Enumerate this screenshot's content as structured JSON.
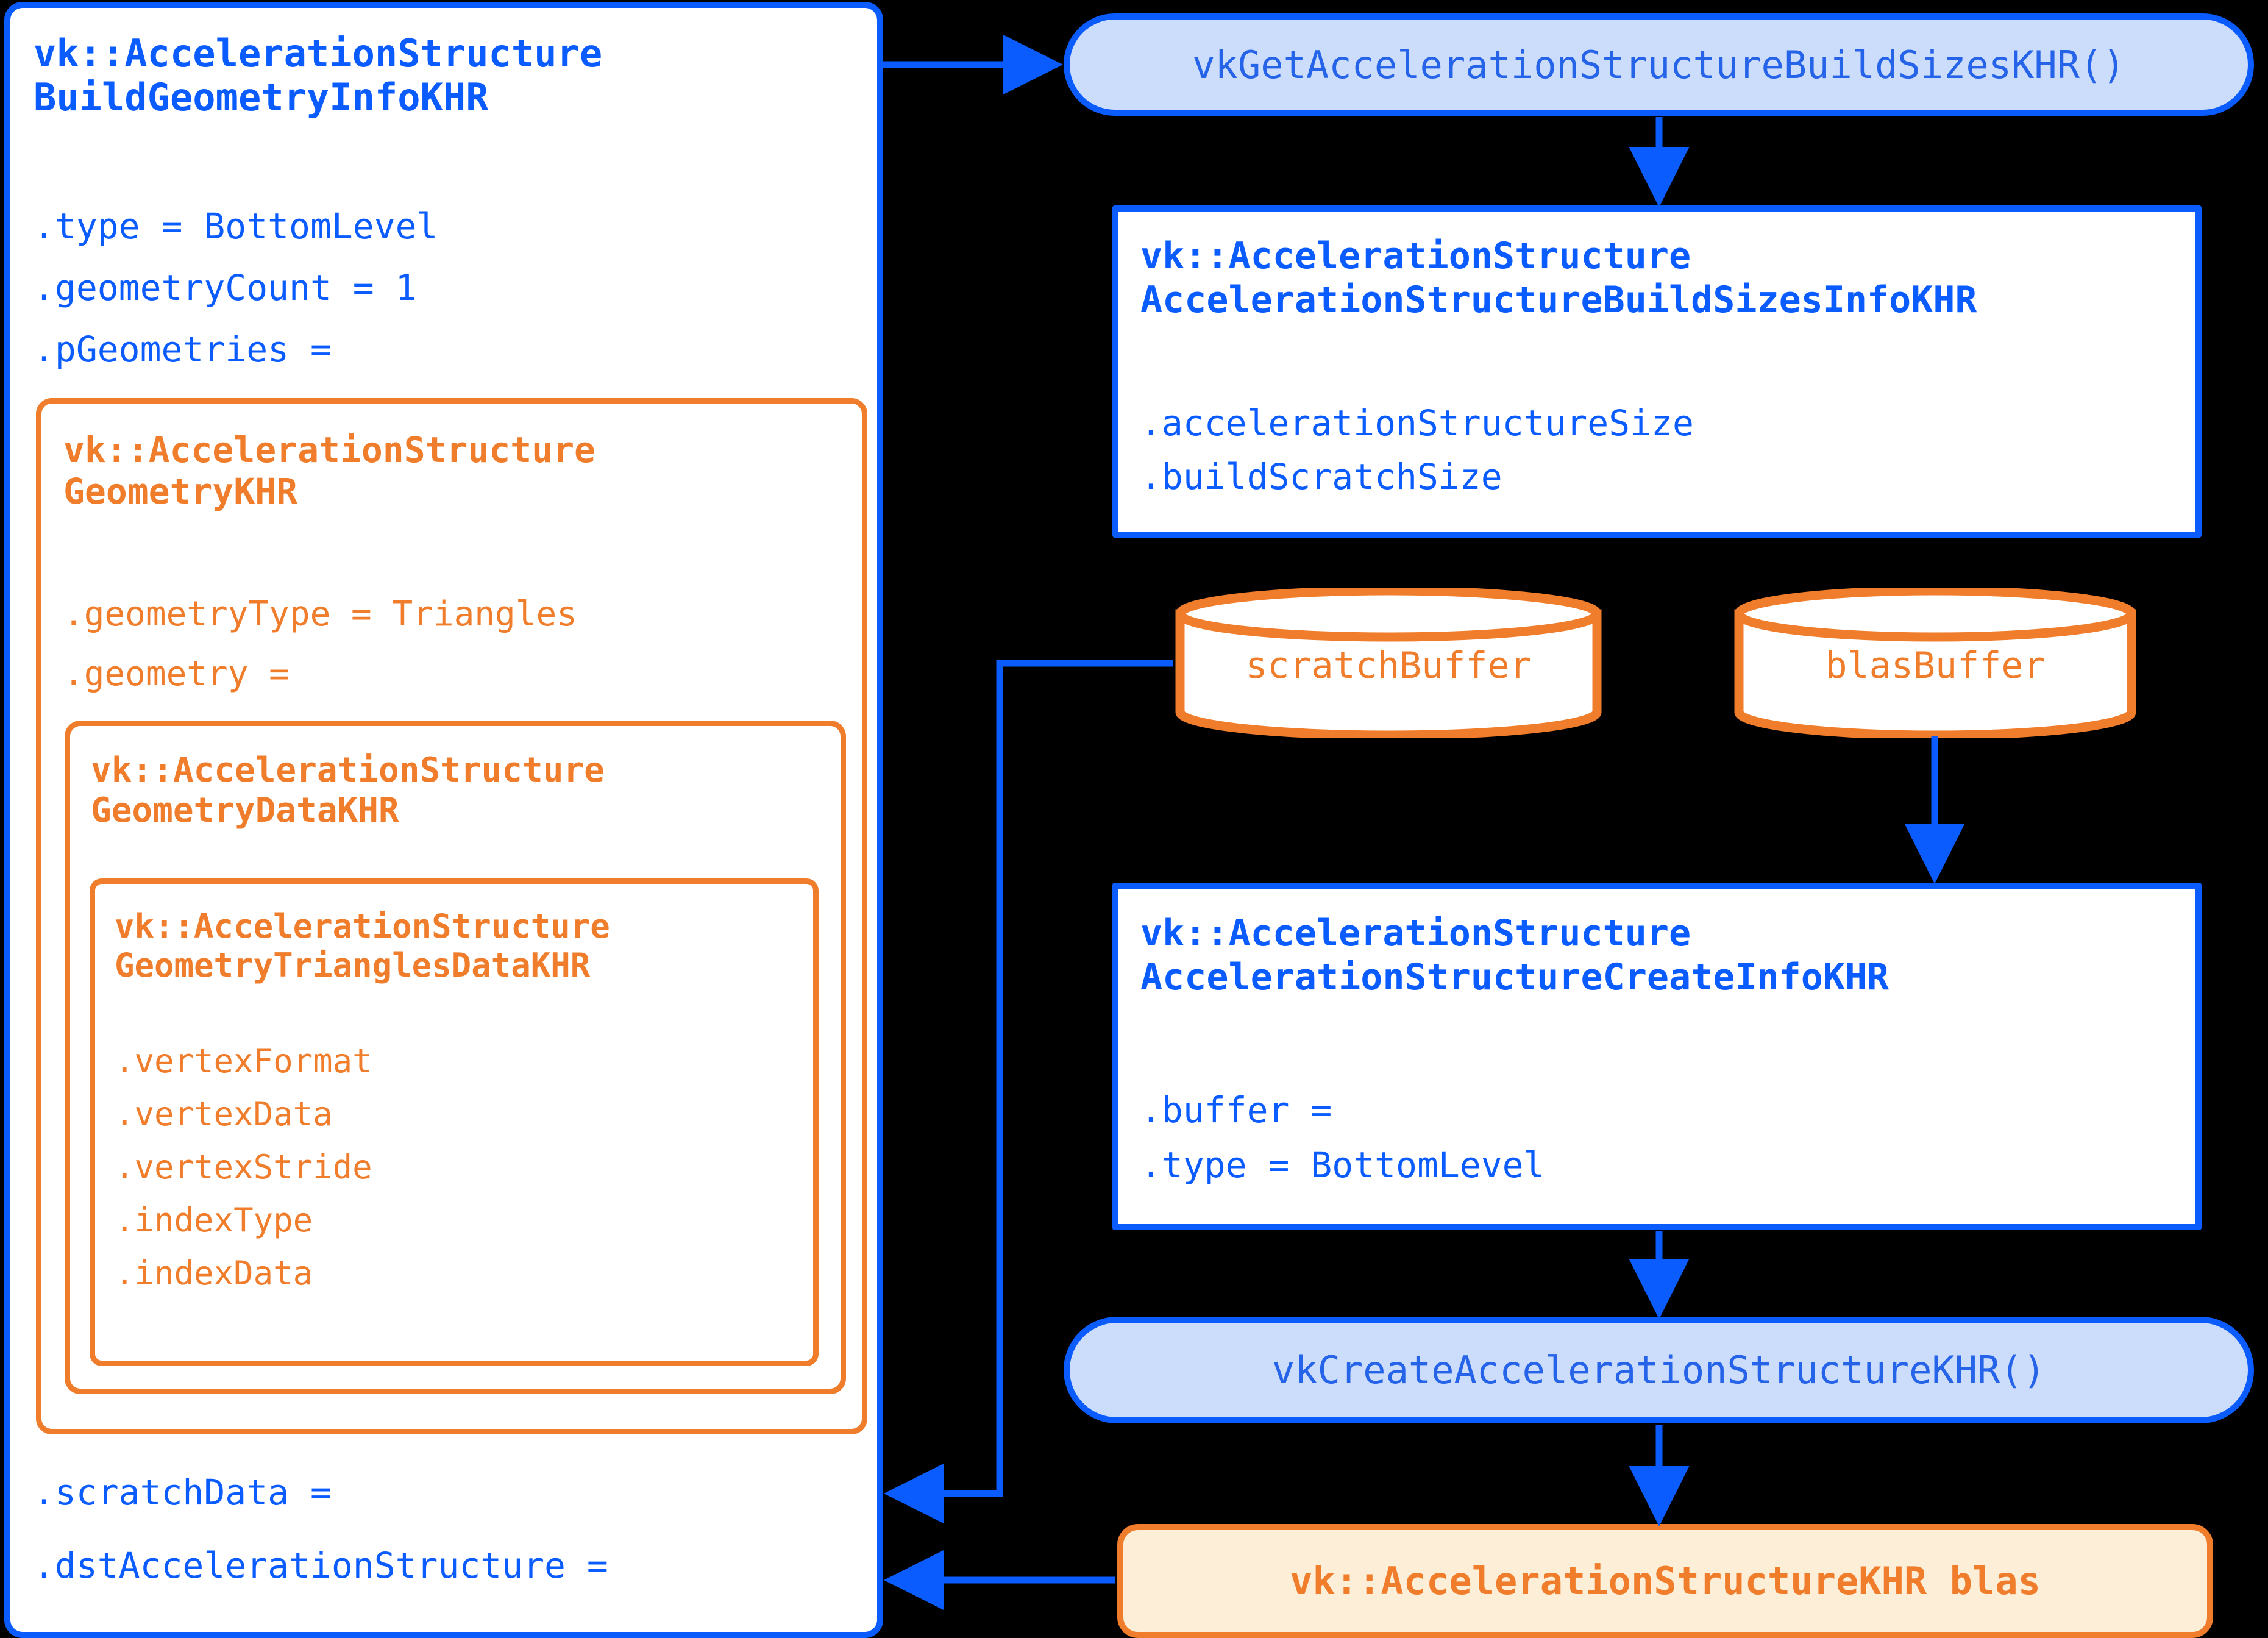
{
  "colors": {
    "background": "#000000",
    "blue": "#0b5cff",
    "blue_text": "#2563e8",
    "orange": "#f07d2b",
    "pill_fill": "#ccdcfb",
    "blas_fill": "#fdeed8",
    "box_fill": "#ffffff"
  },
  "build_geometry_info": {
    "title_line1": "vk::AccelerationStructure",
    "title_line2": "BuildGeometryInfoKHR",
    "fields": [
      ".type = BottomLevel",
      ".geometryCount = 1",
      ".pGeometries ="
    ],
    "trailing_fields": [
      ".scratchData =",
      ".dstAccelerationStructure ="
    ]
  },
  "geometry_khr": {
    "title_line1": "vk::AccelerationStructure",
    "title_line2": "GeometryKHR",
    "fields": [
      ".geometryType = Triangles",
      ".geometry ="
    ]
  },
  "geometry_data_khr": {
    "title_line1": "vk::AccelerationStructure",
    "title_line2": "GeometryDataKHR"
  },
  "geometry_triangles_data_khr": {
    "title_line1": "vk::AccelerationStructure",
    "title_line2": "GeometryTrianglesDataKHR",
    "fields": [
      ".vertexFormat",
      ".vertexData",
      ".vertexStride",
      ".indexType",
      ".indexData"
    ]
  },
  "get_build_sizes_call": {
    "label": "vkGetAccelerationStructureBuildSizesKHR()"
  },
  "build_sizes_info": {
    "title_line1": "vk::AccelerationStructure",
    "title_line2": "AccelerationStructureBuildSizesInfoKHR",
    "fields": [
      ".accelerationStructureSize",
      ".buildScratchSize"
    ]
  },
  "scratch_buffer": {
    "label": "scratchBuffer"
  },
  "blas_buffer": {
    "label": "blasBuffer"
  },
  "create_info": {
    "title_line1": "vk::AccelerationStructure",
    "title_line2": "AccelerationStructureCreateInfoKHR",
    "fields": [
      ".buffer =",
      ".type = BottomLevel"
    ]
  },
  "create_call": {
    "label": "vkCreateAccelerationStructureKHR()"
  },
  "blas_object": {
    "label": "vk::AccelerationStructureKHR blas"
  }
}
